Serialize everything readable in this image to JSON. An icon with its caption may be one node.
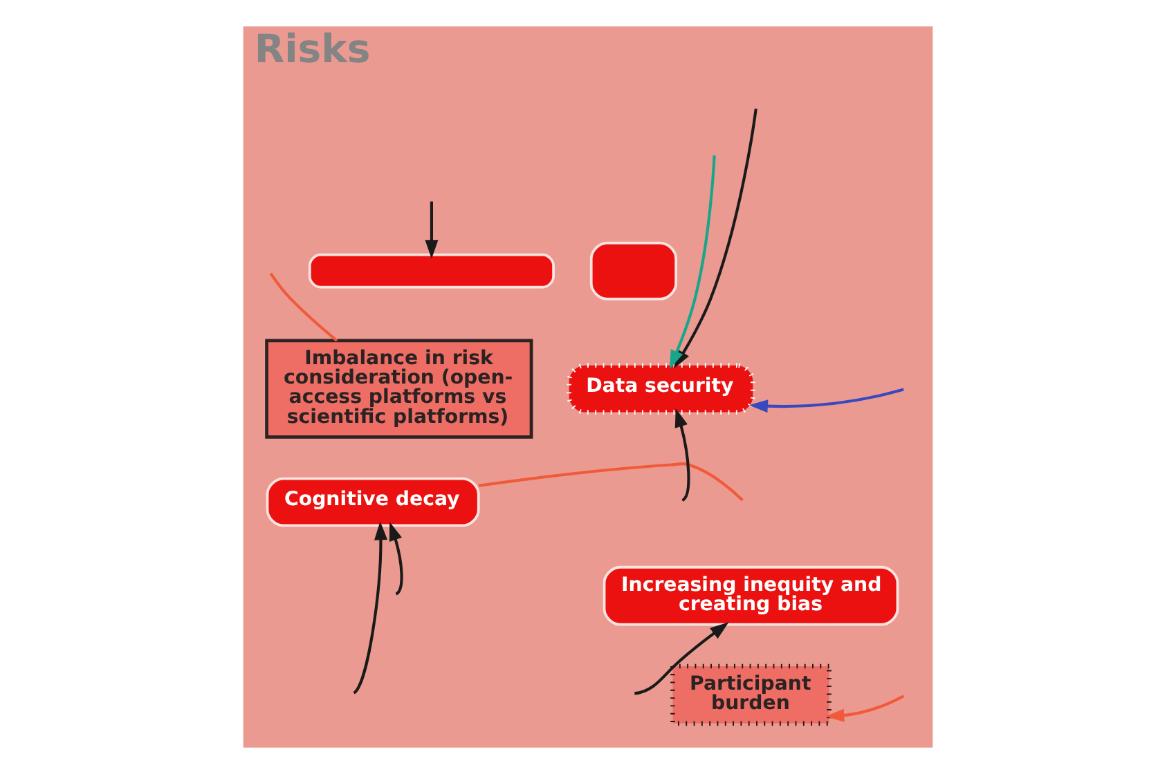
{
  "diagram": {
    "nodes": [
      {
        "text": [
          "Risks"
        ]
      },
      {
        "text": [],
        "shape": "box",
        "in": 0
      },
      {
        "text": [],
        "shape": "box",
        "in": 0
      },
      {
        "text": [
          "Imbalance in risk consideration (open-access platforms vs scientific platforms)"
        ],
        "in": 0
      },
      {
        "text": [
          "Data security"
        ],
        "in": 0
      },
      {
        "text": [
          "Cognitive decay"
        ],
        "in": 0
      },
      {
        "text": [
          "Increasing inequity and creating bias"
        ],
        "in": 0
      },
      {
        "text": [
          "Participant burden"
        ],
        "in": 0
      }
    ],
    "edges": [
      {
        "from": null,
        "to": 3,
        "arrow": "none",
        "color": "#f05a3a"
      },
      {
        "from": null,
        "to": 1,
        "arrow": "to"
      },
      {
        "from": null,
        "to": 4,
        "arrow": "to"
      },
      {
        "from": null,
        "to": 4,
        "arrow": "to",
        "color": "#17a68a"
      },
      {
        "from": null,
        "to": 4,
        "arrow": "to",
        "color": "#3a48c0"
      },
      {
        "from": null,
        "to": 4,
        "arrow": "to"
      },
      {
        "from": 5,
        "to": null,
        "arrow": "none",
        "color": "#f05a3a"
      },
      {
        "from": null,
        "to": 5,
        "arrow": "to"
      },
      {
        "from": null,
        "to": 5,
        "arrow": "to"
      },
      {
        "from": null,
        "to": 6,
        "arrow": "to"
      },
      {
        "from": null,
        "to": 7,
        "arrow": "to",
        "color": "#f05a3a"
      }
    ]
  }
}
